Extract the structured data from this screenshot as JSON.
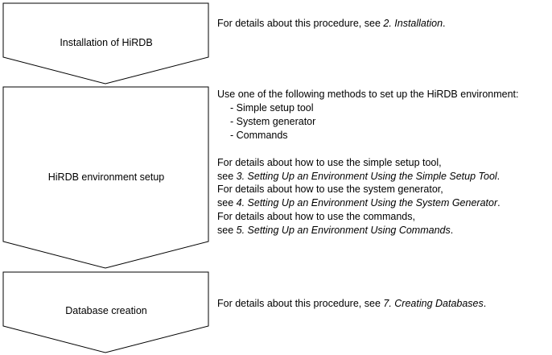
{
  "colors": {
    "background": "#ffffff",
    "stroke": "#000000",
    "text": "#000000"
  },
  "steps": [
    {
      "label": "Installation of HiRDB",
      "description": {
        "prefix": "For details about this procedure, see ",
        "ref": "2. Installation",
        "suffix": "."
      }
    },
    {
      "label": "HiRDB environment setup",
      "intro": "Use one of the following methods to set up the HiRDB environment:",
      "methods": [
        "- Simple setup tool",
        "- System generator",
        "- Commands"
      ],
      "details": [
        {
          "text": "For details about how to use the simple setup tool,",
          "see": "see ",
          "ref": "3. Setting Up an Environment Using the Simple Setup Tool",
          "suffix": "."
        },
        {
          "text": "For details about how to use the system generator,",
          "see": "see ",
          "ref": "4. Setting Up an Environment Using the System Generator",
          "suffix": "."
        },
        {
          "text": "For details about how to use the commands,",
          "see": "see ",
          "ref": "5. Setting Up an Environment Using Commands",
          "suffix": "."
        }
      ]
    },
    {
      "label": "Database creation",
      "description": {
        "prefix": "For details about this procedure, see ",
        "ref": "7. Creating Databases",
        "suffix": "."
      }
    }
  ]
}
